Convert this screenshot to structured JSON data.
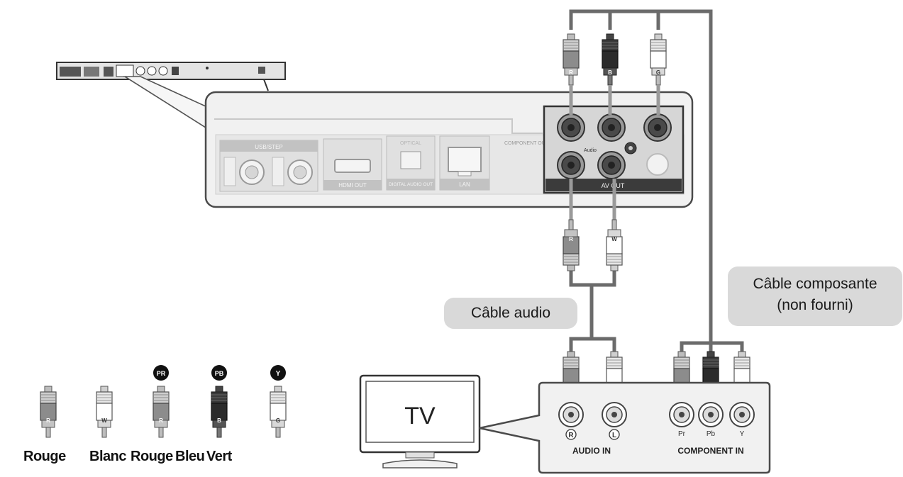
{
  "labels": {
    "audio_cable": "Câble audio",
    "component_cable_line1": "Câble composante",
    "component_cable_line2": "(non fourni)",
    "tv": "TV",
    "audio_in": "AUDIO IN",
    "component_in": "COMPONENT IN",
    "jack_r": "R",
    "jack_l": "L",
    "jack_pr": "Pr",
    "jack_pb": "Pb",
    "jack_y": "Y"
  },
  "player_panel": {
    "usb_step": "USB/STEP",
    "hdmi_out": "HDMI OUT",
    "optical": "OPTICAL",
    "digital_audio_out": "DIGITAL AUDIO OUT",
    "lan": "LAN",
    "component_out": "COMPONENT OUT",
    "audio": "Audio",
    "av_out": "AV OUT"
  },
  "plugs": {
    "red": "R",
    "white": "W",
    "blue": "B",
    "green": "G"
  },
  "legend": {
    "items": [
      {
        "label": "Rouge",
        "plug": "R",
        "badge": ""
      },
      {
        "label": "Blanc",
        "plug": "W",
        "badge": ""
      },
      {
        "label": "Rouge",
        "plug": "R",
        "badge": "PR"
      },
      {
        "label": "Bleu",
        "plug": "B",
        "badge": "PB"
      },
      {
        "label": "Vert",
        "plug": "G",
        "badge": "Y"
      }
    ]
  },
  "colors": {
    "cable": "#6b6b6b",
    "panel_fill": "#f1f1f1",
    "panel_border": "#5a5a5a",
    "callout_fill": "#d9d9d9",
    "dark_plug": "#2b2b2b"
  }
}
